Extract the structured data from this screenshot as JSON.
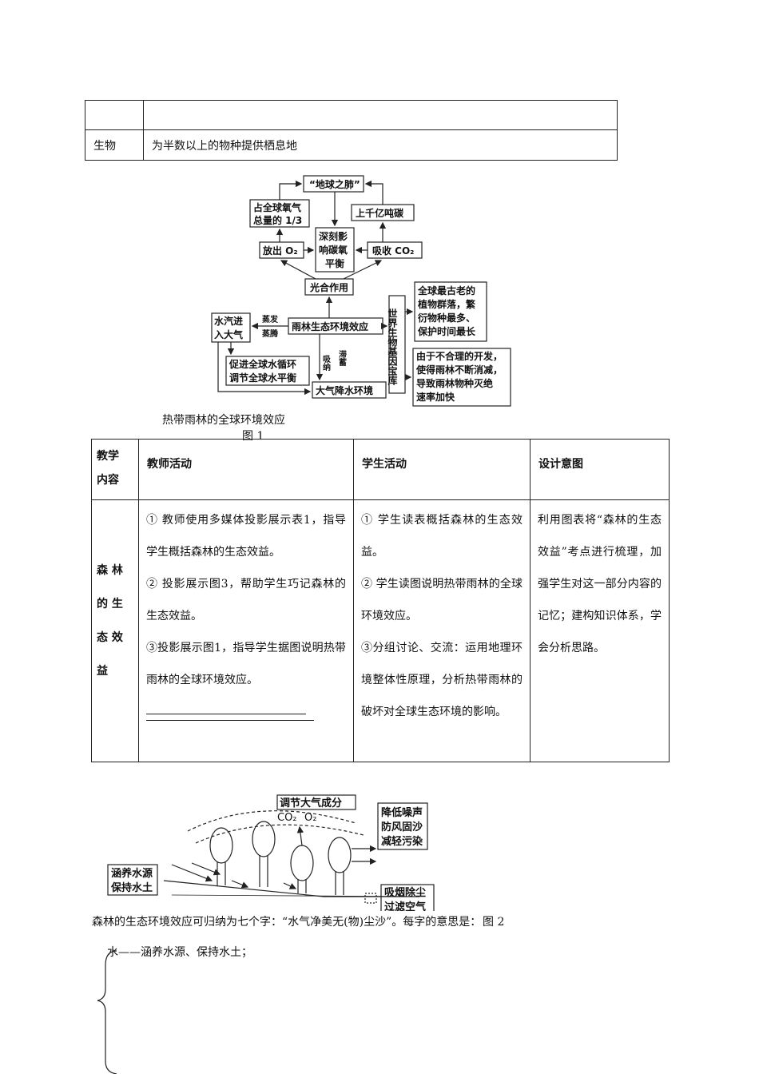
{
  "top_table": {
    "rows": [
      {
        "label": "",
        "content": ""
      },
      {
        "label": "生物",
        "content": "为半数以上的物种提供栖息地"
      }
    ]
  },
  "diagram1": {
    "lung": "“地球之肺”",
    "oxygen_share_1": "占全球氧气",
    "oxygen_share_2": "总量的 1/3",
    "carbon_tons": "上千亿吨碳",
    "release_o2": "放出 O₂",
    "affect_1": "深刻影",
    "affect_2": "响碳氧",
    "affect_3": "平衡",
    "absorb_co2": "吸收 CO₂",
    "photosynthesis": "光合作用",
    "water_vapor_1": "水汽进",
    "water_vapor_2": "入大气",
    "evaporation": "蒸发",
    "transpiration": "蒸腾",
    "rainforest_effect": "雨林生态环境效应",
    "gene_bank": "世界生物基因宝库",
    "oldest_1": "全球最古老的",
    "oldest_2": "植物群落，繁",
    "oldest_3": "衍物种最多、",
    "oldest_4": "保护时间最长",
    "cycle_1": "促进全球水循环",
    "cycle_2": "调节全球水平衡",
    "absorb": "吸纳",
    "retain": "滞蓄",
    "precip": "大气降水环境",
    "threat_1": "由于不合理的开发，",
    "threat_2": "使得雨林不断消减，",
    "threat_3": "导致雨林物种灭绝",
    "threat_4": "速率加快",
    "caption": "热带雨林的全球环境效应",
    "figure_label": "图 1"
  },
  "main_table": {
    "headers": [
      "教学内容",
      "教师活动",
      "学生活动",
      "设计意图"
    ],
    "header_content_1": "教学",
    "header_content_2": "内容",
    "content_lines": [
      "森 林",
      "的 生",
      "态 效",
      "益"
    ],
    "teacher": [
      "① 教师使用多媒体投影展示表1，指导学生概括森林的生态效益。",
      "② 投影展示图3，帮助学生巧记森林的生态效益。",
      "③投影展示图1，指导学生据图说明热带雨林的全球环境效应。"
    ],
    "student": [
      "① 学生读表概括森林的生态效益。",
      "② 学生读图说明热带雨林的全球环境效应。",
      "③分组讨论、交流：运用地理环境整体性原理，分析热带雨林的破坏对全球生态环境的影响。"
    ],
    "design": "利用图表将“森林的生态效益”考点进行梳理，加强学生对这一部分内容的记忆；建构知识体系，学会分析思路。"
  },
  "diagram2": {
    "regulate": "调节大气成分",
    "co2": "CO₂",
    "o2": "O₂",
    "noise_1": "降低噪声",
    "noise_2": "防风固沙",
    "noise_3": "减轻污染",
    "water_1": "涵养水源",
    "water_2": "保持水土",
    "dust_1": "吸烟除尘",
    "dust_2": "过滤空气",
    "figure_label": "图 2"
  },
  "summary": {
    "line": "森林的生态环境效应可归纳为七个字：“水气净美无(物)尘沙”。每字的意思是：",
    "item1": "水——涵养水源、保持水土；"
  }
}
